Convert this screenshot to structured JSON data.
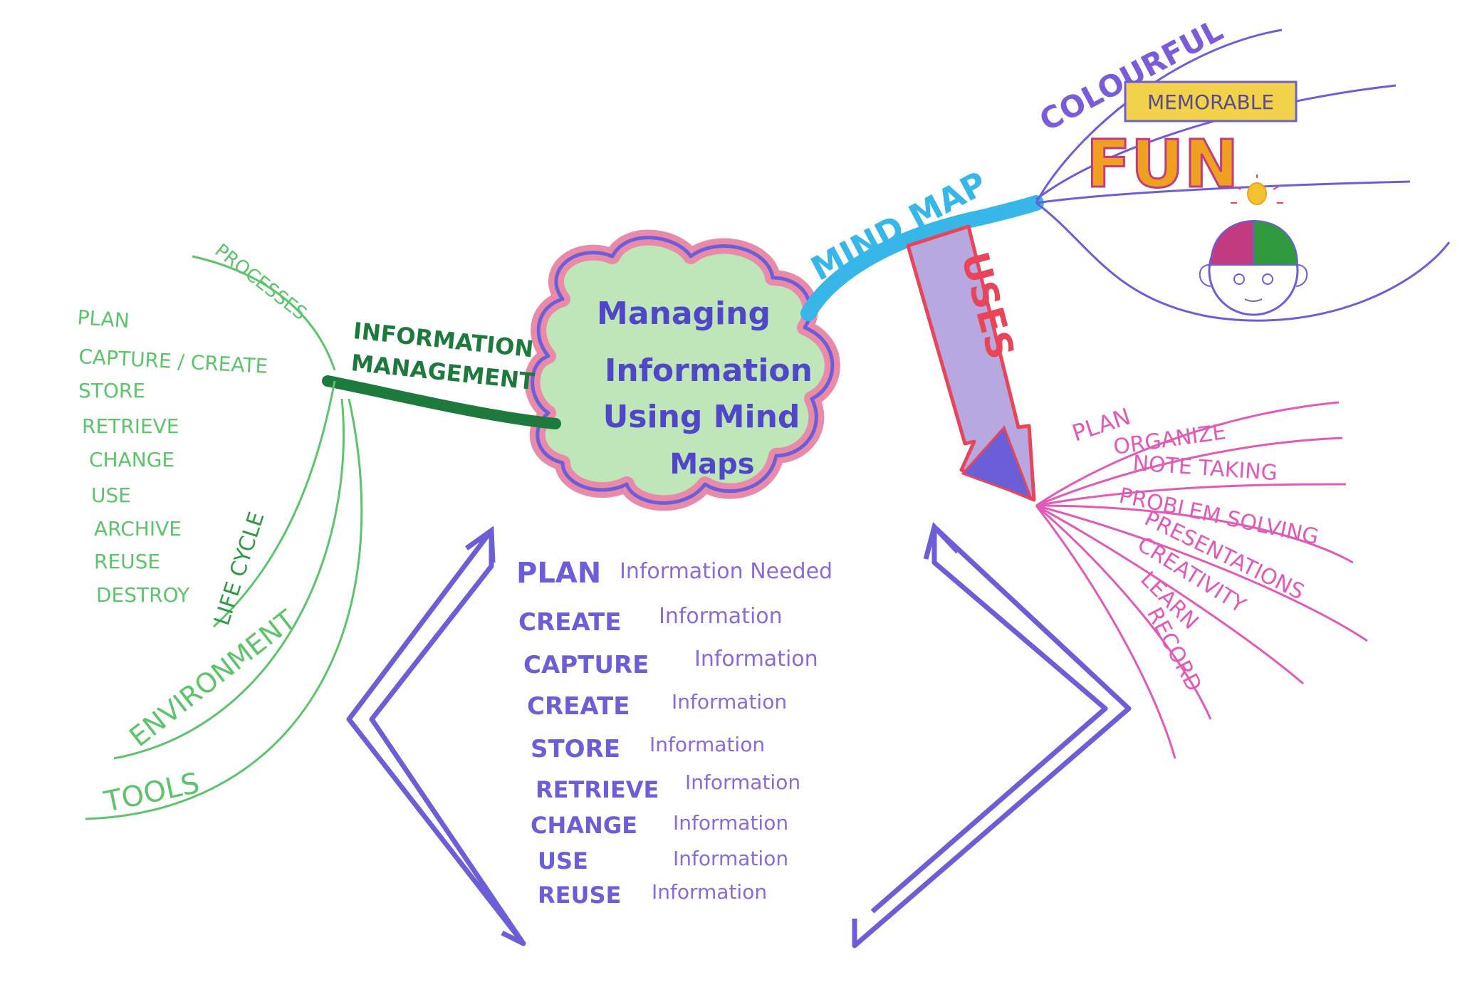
{
  "center": {
    "lines": [
      "Managing",
      "Information",
      "Using Mind",
      "Maps"
    ]
  },
  "left_branch": {
    "title_lines": [
      "INFORMATION",
      "MANAGEMENT"
    ],
    "processes_label": "PROCESSES",
    "lifecycle_label": "LIFE CYCLE",
    "environment_label": "ENVIRONMENT",
    "tools_label": "TOOLS",
    "lifecycle_items": [
      "PLAN",
      "CAPTURE / CREATE",
      "STORE",
      "RETRIEVE",
      "CHANGE",
      "USE",
      "ARCHIVE",
      "REUSE",
      "DESTROY"
    ]
  },
  "mind_map_branch": {
    "label": "MIND MAP",
    "colourful": "COLOURFUL",
    "memorable": "MEMORABLE",
    "fun": "FUN"
  },
  "uses_branch": {
    "label": "USES",
    "items": [
      "PLAN",
      "ORGANIZE",
      "NOTE TAKING",
      "PROBLEM SOLVING",
      "PRESENTATIONS",
      "CREATIVITY",
      "LEARN",
      "RECORD"
    ]
  },
  "cycle": {
    "steps": [
      {
        "verb": "PLAN",
        "object": "Information Needed"
      },
      {
        "verb": "CREATE",
        "object": "Information"
      },
      {
        "verb": "CAPTURE",
        "object": "Information"
      },
      {
        "verb": "CREATE",
        "object": "Information"
      },
      {
        "verb": "STORE",
        "object": "Information"
      },
      {
        "verb": "RETRIEVE",
        "object": "Information"
      },
      {
        "verb": "CHANGE",
        "object": "Information"
      },
      {
        "verb": "USE",
        "object": "Information"
      },
      {
        "verb": "REUSE",
        "object": "Information"
      }
    ]
  },
  "colors": {
    "green_light": "#5cc46a",
    "green_dark": "#1e7a3c",
    "purple": "#6b5ed6",
    "pink": "#e25ab8",
    "red": "#e8455a",
    "blue": "#37b6e8",
    "orange": "#f0a020",
    "yellow": "#f2d24a"
  }
}
